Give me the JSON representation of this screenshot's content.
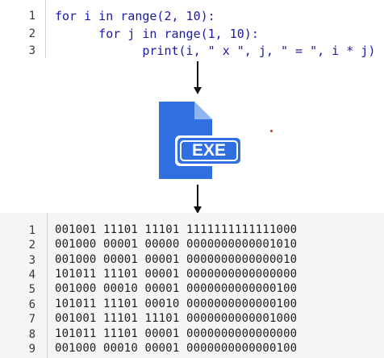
{
  "source_code": {
    "lines": [
      {
        "num": "1",
        "text": "for i in range(2, 10):"
      },
      {
        "num": "2",
        "text": "      for j in range(1, 10):"
      },
      {
        "num": "3",
        "text": "            print(i, \" x \", j, \" = \", i * j)"
      }
    ]
  },
  "exe_icon": {
    "label": "EXE",
    "color": "#2f6fe0"
  },
  "binary_output": {
    "lines": [
      {
        "num": "1",
        "text": "001001 11101 11101 1111111111111000"
      },
      {
        "num": "2",
        "text": "001000 00001 00000 0000000000001010"
      },
      {
        "num": "3",
        "text": "001000 00001 00001 0000000000000010"
      },
      {
        "num": "4",
        "text": "101011 11101 00001 0000000000000000"
      },
      {
        "num": "5",
        "text": "001000 00010 00001 0000000000000100"
      },
      {
        "num": "6",
        "text": "101011 11101 00010 0000000000000100"
      },
      {
        "num": "7",
        "text": "001001 11101 11101 0000000000001000"
      },
      {
        "num": "8",
        "text": "101011 11101 00001 0000000000000000"
      },
      {
        "num": "9",
        "text": "001000 00010 00001 0000000000000100"
      }
    ]
  }
}
